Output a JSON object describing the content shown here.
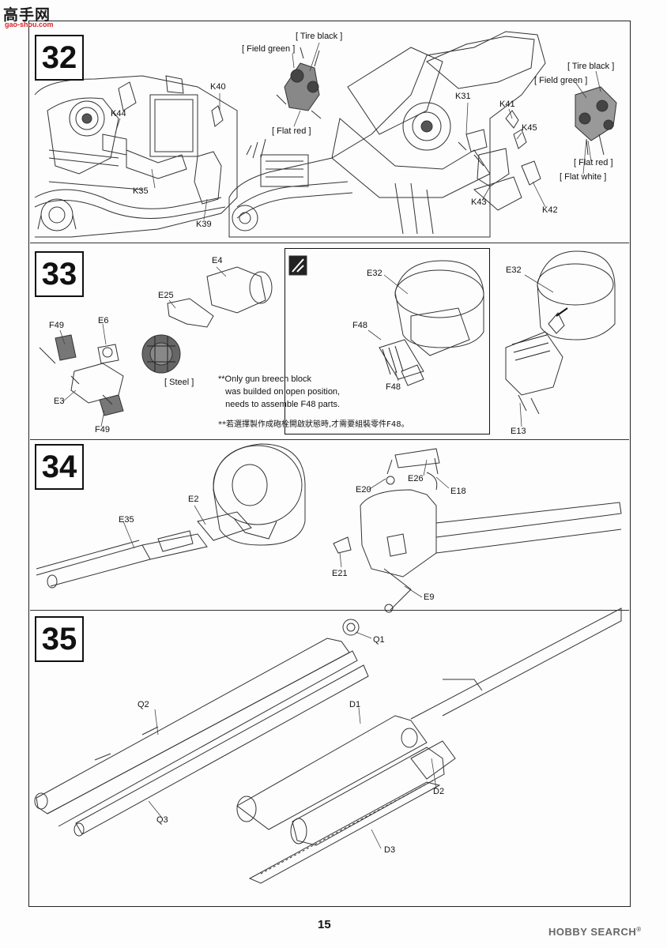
{
  "watermark": {
    "site_cn": "高手网",
    "site_url": "gao-shou.com"
  },
  "steps": [
    {
      "number": "32",
      "labels": {
        "tire_black_1": "[ Tire black ]",
        "field_green_1": "[ Field green ]",
        "flat_red_1": "[ Flat red ]",
        "k40": "K40",
        "k44": "K44",
        "k35": "K35",
        "k39": "K39",
        "k31": "K31",
        "k41": "K41",
        "k45": "K45",
        "k43": "K43",
        "k42": "K42",
        "tire_black_2": "[ Tire black ]",
        "field_green_2": "[ Field green ]",
        "flat_red_2": "[ Flat red ]",
        "flat_white": "[ Flat white ]"
      }
    },
    {
      "number": "33",
      "labels": {
        "e4": "E4",
        "e25": "E25",
        "f49_top": "F49",
        "e6": "E6",
        "e3": "E3",
        "f49_bottom": "F49",
        "steel": "[ Steel ]",
        "e32_a": "E32",
        "f48_a": "F48",
        "f48_b": "F48",
        "e32_b": "E32",
        "e13": "E13"
      },
      "note": {
        "line1": "**Only gun breech block",
        "line2": "   was builded on open position,",
        "line3": "   needs to assemble F48 parts.",
        "cn": "**若選擇製作成砲栓開啟狀態時,才需要組裝零件F48。"
      }
    },
    {
      "number": "34",
      "labels": {
        "e2": "E2",
        "e35": "E35",
        "e20": "E20",
        "e26": "E26",
        "e18": "E18",
        "e21": "E21",
        "e9": "E9"
      }
    },
    {
      "number": "35",
      "labels": {
        "q1": "Q1",
        "q2": "Q2",
        "q3": "Q3",
        "d1": "D1",
        "d2": "D2",
        "d3": "D3"
      }
    }
  ],
  "page_number": "15",
  "footer_brand": {
    "text": "HOBBY SEARCH",
    "reg": "®"
  }
}
